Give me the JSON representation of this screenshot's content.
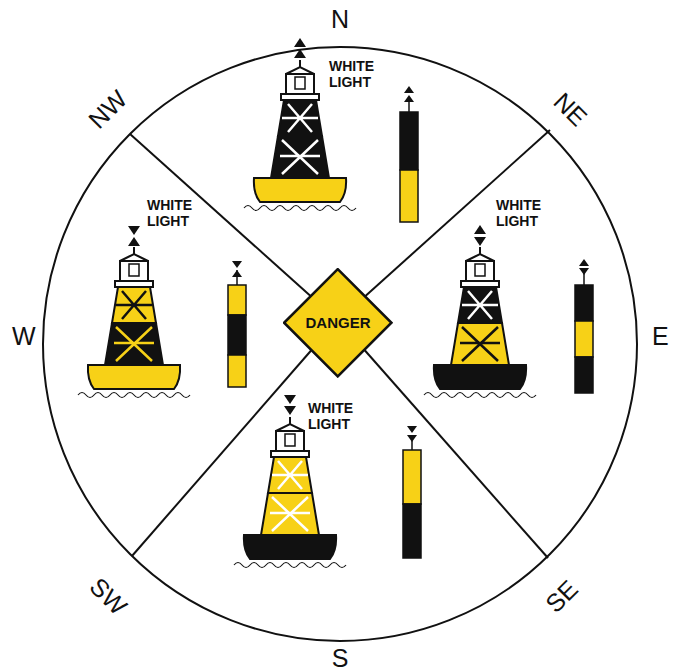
{
  "diagram": {
    "nodes": [
      {
        "text": [
          "DANGER"
        ]
      }
    ],
    "labels": [
      "N",
      "NE",
      "E",
      "SE",
      "S",
      "SW",
      "W",
      "NW",
      "WHITE LIGHT",
      "WHITE LIGHT",
      "WHITE LIGHT",
      "WHITE LIGHT"
    ]
  }
}
